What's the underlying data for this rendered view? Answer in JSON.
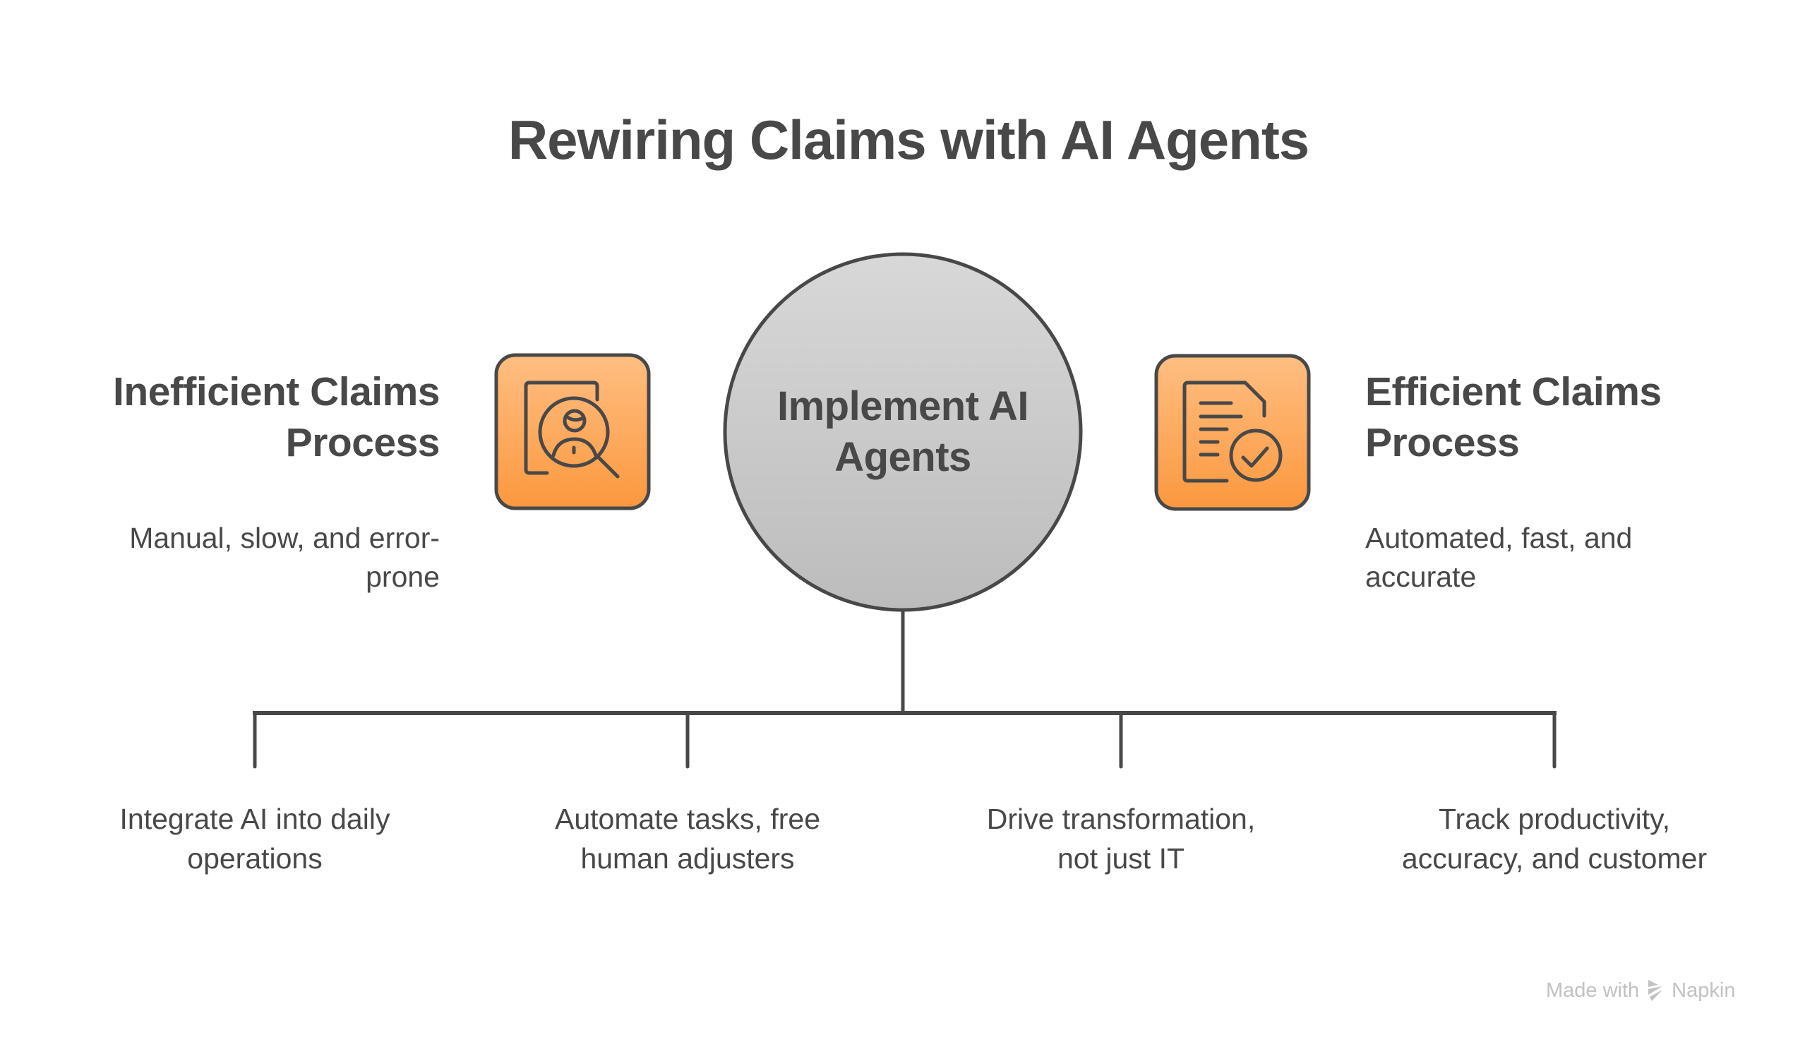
{
  "title": "Rewiring Claims with AI Agents",
  "center": {
    "label": "Implement AI Agents",
    "lines": [
      "Implement AI",
      "Agents"
    ]
  },
  "left": {
    "heading_lines": [
      "Inefficient Claims",
      "Process"
    ],
    "desc_lines": [
      "Manual, slow, and error-",
      "prone"
    ],
    "icon": "document-person-search-icon"
  },
  "right": {
    "heading_lines": [
      "Efficient Claims",
      "Process"
    ],
    "desc_lines": [
      "Automated, fast, and",
      "accurate"
    ],
    "icon": "document-checkmark-icon"
  },
  "leaves": [
    {
      "lines": [
        "Integrate AI into daily",
        "operations"
      ]
    },
    {
      "lines": [
        "Automate tasks, free",
        "human adjusters"
      ]
    },
    {
      "lines": [
        "Drive transformation,",
        "not just IT"
      ]
    },
    {
      "lines": [
        "Track productivity,",
        "accuracy, and customer"
      ]
    }
  ],
  "colors": {
    "stroke": "#484848",
    "icon_box_top": "#ffbe82",
    "icon_box_bottom": "#fb983e",
    "circle_top": "#d8d8d8",
    "circle_bottom": "#bcbcbc",
    "watermark": "#c2c2c2"
  },
  "watermark": {
    "prefix": "Made with",
    "brand": "Napkin",
    "icon": "napkin-logo-icon"
  }
}
